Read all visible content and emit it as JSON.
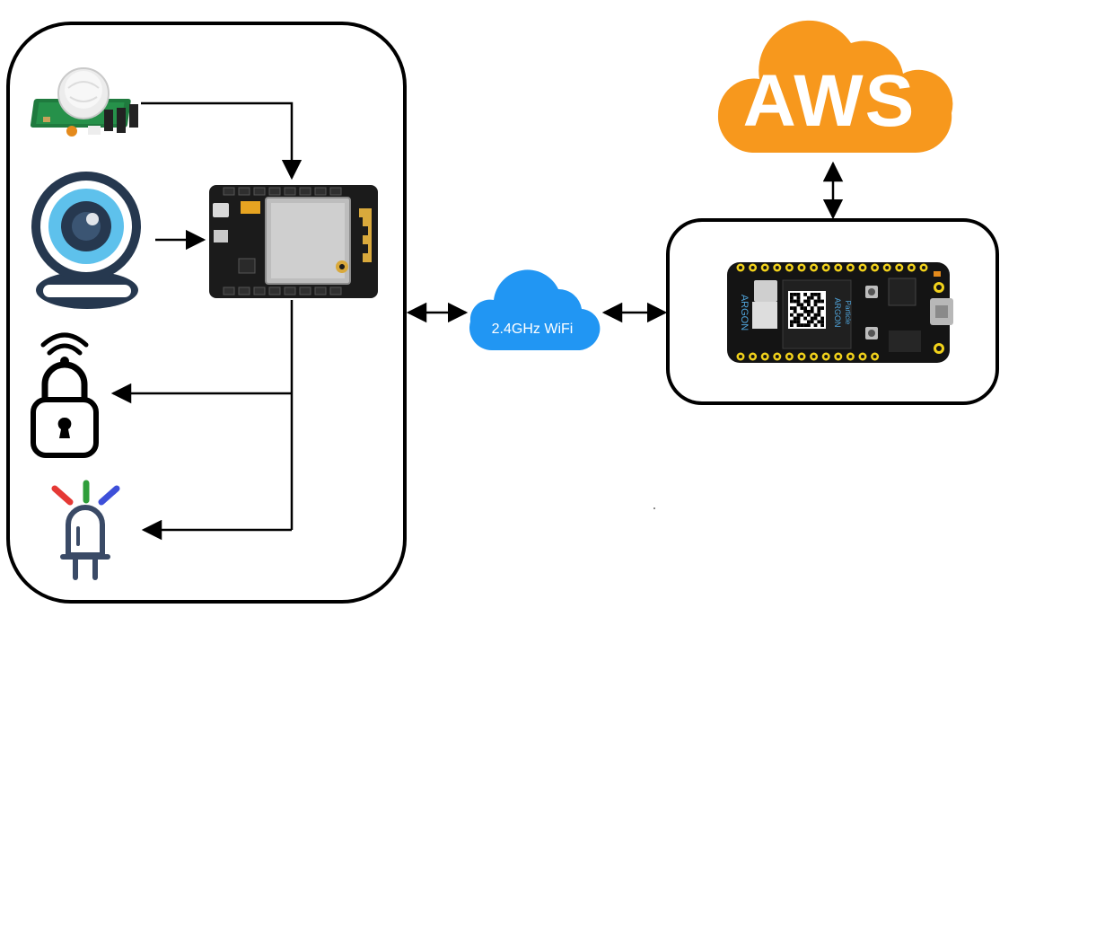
{
  "aws": {
    "label": "AWS",
    "color": "#F7981D",
    "text_color": "#FFFFFF"
  },
  "wifi": {
    "label": "2.4GHz WiFi",
    "color": "#2196F3",
    "text_color": "#FFFFFF"
  },
  "argon_board": {
    "silk_name": "ARGON",
    "brand": "Particle",
    "pcb_color": "#141414",
    "pin_color": "#F2D21B"
  },
  "esp32cam": {
    "pcb_color": "#1B1B1B"
  },
  "icons": {
    "pir_sensor": "pir-sensor-icon",
    "camera": "webcam-icon",
    "smart_lock": "wifi-lock-icon",
    "led": "rgb-led-icon"
  },
  "colors": {
    "line": "#000000",
    "led_red": "#E53935",
    "led_green": "#2E9E3A",
    "led_blue": "#3D4FD9",
    "led_body": "#3A4A66",
    "cam_dark": "#26384F",
    "cam_light": "#5EC1EC"
  }
}
